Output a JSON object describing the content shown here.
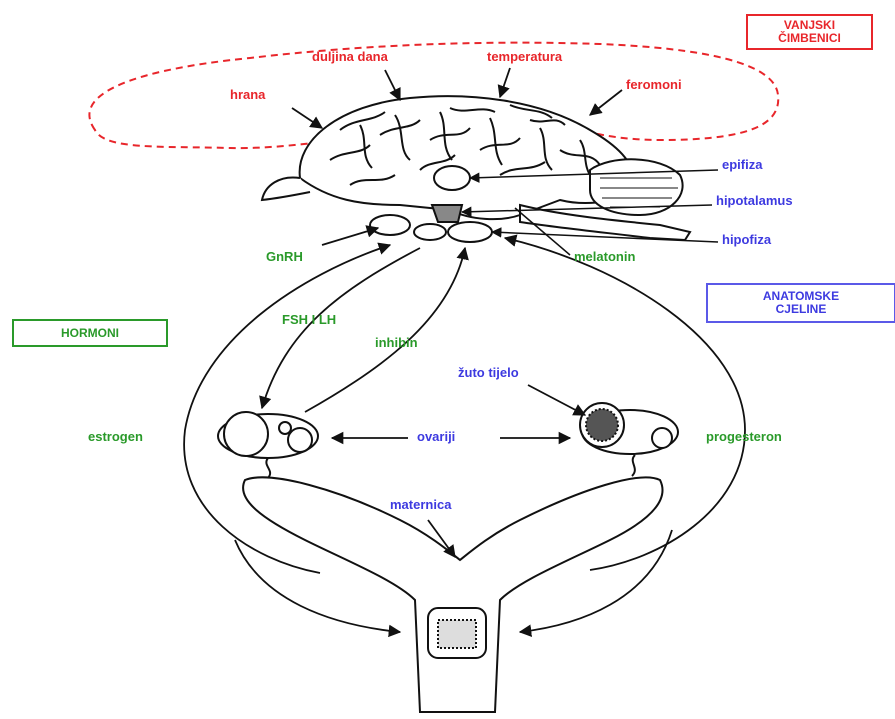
{
  "colors": {
    "external": "#e8262b",
    "anatomy": "#3d3ae0",
    "hormone": "#2a9a2a",
    "line": "#111111"
  },
  "legend": {
    "external_line1": "VANJSKI",
    "external_line2": "ČIMBENICI",
    "anatomy_line1": "ANATOMSKE",
    "anatomy_line2": "CJELINE",
    "hormones": "HORMONI"
  },
  "external_factors": {
    "food": "hrana",
    "day_length": "duljina dana",
    "temperature": "temperatura",
    "pheromones": "feromoni"
  },
  "anatomy": {
    "pineal": "epifiza",
    "hypothalamus": "hipotalamus",
    "pituitary": "hipofiza",
    "corpus_luteum": "žuto tijelo",
    "ovaries": "ovariji",
    "uterus": "maternica"
  },
  "hormones": {
    "gnrh": "GnRH",
    "melatonin": "melatonin",
    "fsh_lh": "FSH I LH",
    "inhibin": "inhibin",
    "estrogen": "estrogen",
    "progesterone": "progesteron"
  },
  "icons": [
    "brain-illustration",
    "ovary-follicle-icon",
    "corpus-luteum-ovary-icon",
    "uterus-illustration"
  ]
}
